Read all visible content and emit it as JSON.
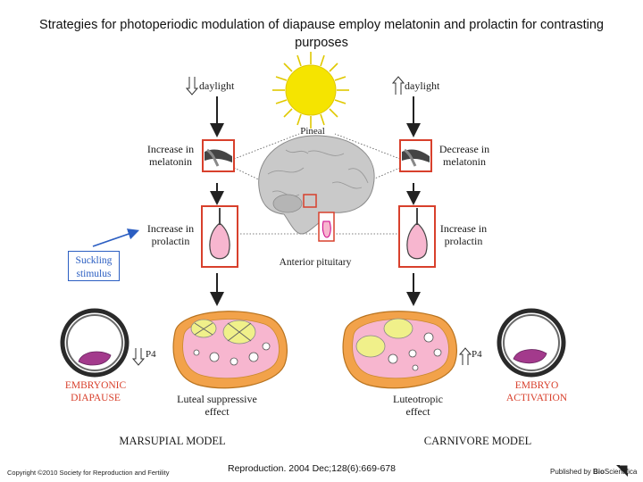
{
  "title": "Strategies for photoperiodic modulation of diapause employ melatonin and prolactin for contrasting purposes",
  "labels": {
    "daylight_left": "daylight",
    "daylight_right": "daylight",
    "pineal": "Pineal",
    "increase_melatonin": "Increase in melatonin",
    "decrease_melatonin": "Decrease in melatonin",
    "increase_prolactin_left": "Increase in prolactin",
    "increase_prolactin_right": "Increase in prolactin",
    "anterior_pituitary": "Anterior pituitary",
    "suckling_stimulus": "Suckling stimulus",
    "p4_left": "P4",
    "p4_right": "P4",
    "embryonic_diapause": "EMBRYONIC DIAPAUSE",
    "embryo_activation": "EMBRYO ACTIVATION",
    "luteal_suppressive": "Luteal suppressive effect",
    "luteotropic": "Luteotropic effect",
    "marsupial_model": "MARSUPIAL MODEL",
    "carnivore_model": "CARNIVORE MODEL"
  },
  "footer": {
    "copyright": "Copyright ©2010 Society for Reproduction and Fertility",
    "citation": "Reproduction. 2004 Dec;128(6):669-678",
    "publisher_prefix": "Published by ",
    "publisher_bold": "Bio",
    "publisher_suffix": "Scientifica"
  },
  "colors": {
    "red_box": "#d8402c",
    "blue": "#2b5ec2",
    "sun": "#f5e400",
    "ovary_outer": "#f2a24a",
    "ovary_inner": "#f7b6cf",
    "follicle": "#f0f08a"
  }
}
